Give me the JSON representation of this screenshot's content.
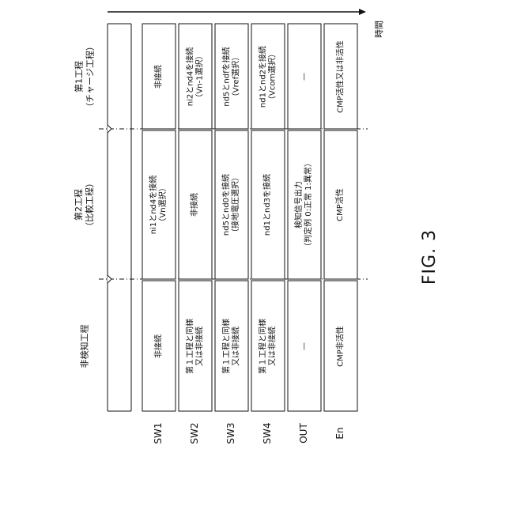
{
  "figure_label": "FIG. 3",
  "time_axis_label": "時間",
  "phases": [
    {
      "line1": "第1工程",
      "line2": "（チャージ工程）"
    },
    {
      "line1": "第2工程",
      "line2": "（比較工程）"
    },
    {
      "line1": "非検知工程",
      "line2": ""
    }
  ],
  "rows": [
    {
      "label": "SW1",
      "cells": [
        {
          "line1": "非接続",
          "line2": ""
        },
        {
          "line1": "ni1とnd4を接続",
          "line2": "（Vn選択）"
        },
        {
          "line1": "非接続",
          "line2": ""
        }
      ]
    },
    {
      "label": "SW2",
      "cells": [
        {
          "line1": "ni2とnd4を接続",
          "line2": "（Vn-1選択）"
        },
        {
          "line1": "非接続",
          "line2": ""
        },
        {
          "line1": "第１工程と同様",
          "line2": "又は非接続"
        }
      ]
    },
    {
      "label": "SW3",
      "cells": [
        {
          "line1": "nd5とndfを接続",
          "line2": "（Vref選択）"
        },
        {
          "line1": "nd5とnd0を接続",
          "line2": "（接地電圧選択）"
        },
        {
          "line1": "第１工程と同様",
          "line2": "又は非接続"
        }
      ]
    },
    {
      "label": "SW4",
      "cells": [
        {
          "line1": "nd1とnd2を接続",
          "line2": "（Vcom選択）"
        },
        {
          "line1": "nd1とnd3を接続",
          "line2": ""
        },
        {
          "line1": "第１工程と同様",
          "line2": "又は非接続"
        }
      ]
    },
    {
      "label": "OUT",
      "cells": [
        {
          "line1": "—",
          "line2": ""
        },
        {
          "line1": "検知信号出力",
          "line2": "（判定例 0:正常 1:異常）"
        },
        {
          "line1": "—",
          "line2": ""
        }
      ]
    },
    {
      "label": "En",
      "cells": [
        {
          "line1": "CMP活性又は非活性",
          "line2": ""
        },
        {
          "line1": "CMP活性",
          "line2": ""
        },
        {
          "line1": "CMP非活性",
          "line2": ""
        }
      ]
    }
  ]
}
